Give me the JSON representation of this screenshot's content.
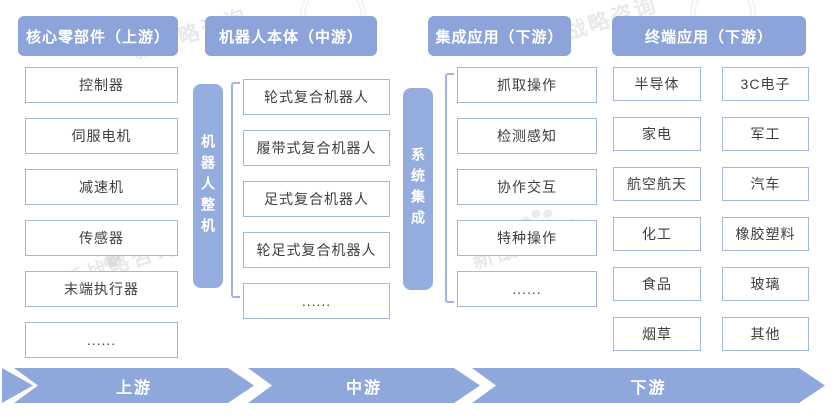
{
  "diagram": {
    "headers": [
      "核心零部件（上游）",
      "机器人本体（中游）",
      "集成应用（下游）",
      "终端应用（下游）"
    ],
    "upstream_components": [
      "控制器",
      "伺服电机",
      "减速机",
      "传感器",
      "末端执行器",
      "......"
    ],
    "vertical_bars": [
      "机器人整机",
      "系统集成"
    ],
    "robot_types": [
      "轮式复合机器人",
      "履带式复合机器人",
      "足式复合机器人",
      "轮足式复合机器人",
      "......"
    ],
    "integration_applications": [
      "抓取操作",
      "检测感知",
      "协作交互",
      "特种操作",
      "......"
    ],
    "end_markets_col1": [
      "半导体",
      "家电",
      "航空航天",
      "化工",
      "食品",
      "烟草"
    ],
    "end_markets_col2": [
      "3C电子",
      "军工",
      "汽车",
      "橡胶塑料",
      "玻璃",
      "其他"
    ],
    "flow_banner": [
      "上游",
      "中游",
      "下游"
    ],
    "watermark_text": "新战略咨询",
    "colors": {
      "header_bg": "#8CA4D9",
      "vertical_bar_bg": "#95ACDF",
      "banner_bg": "#8FA8DC",
      "box_border": "#A3B8D9",
      "box_text": "#3F3F3F"
    }
  }
}
